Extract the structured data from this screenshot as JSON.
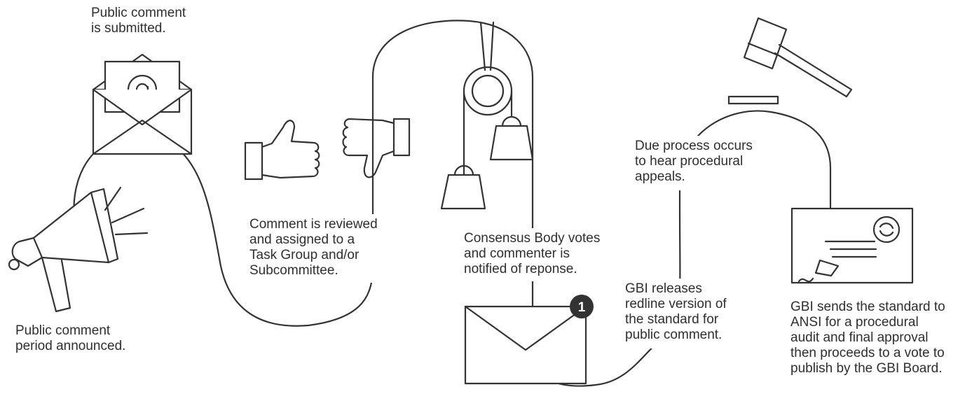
{
  "steps": {
    "submitted": {
      "lines": [
        "Public comment",
        "is submitted."
      ]
    },
    "reviewed": {
      "lines": [
        "Comment is reviewed",
        "and assigned to a",
        "Task Group and/or",
        "Subcommittee."
      ]
    },
    "votes": {
      "lines": [
        "Consensus Body votes",
        "and commenter is",
        "notified of reponse."
      ]
    },
    "due_process": {
      "lines": [
        "Due process occurs",
        "to hear procedural",
        "appeals."
      ]
    },
    "redline": {
      "lines": [
        "GBI releases",
        "redline version of",
        "the standard for",
        "public comment."
      ]
    },
    "ansi": {
      "lines": [
        "GBI sends the standard to",
        "ANSI for a procedural",
        "audit and final approval",
        "then proceeds to a vote to",
        "publish by the GBI Board."
      ]
    },
    "announced": {
      "lines": [
        "Public comment",
        "period announced."
      ]
    }
  },
  "notification_badge": "1",
  "icons": [
    "email-at-icon",
    "megaphone-icon",
    "thumbs-up-icon",
    "thumbs-down-icon",
    "pulley-weights-icon",
    "envelope-icon",
    "gavel-icon",
    "certificate-icon"
  ],
  "colors": {
    "stroke": "#333333",
    "badge": "#333333",
    "text": "#2f2f2f"
  }
}
